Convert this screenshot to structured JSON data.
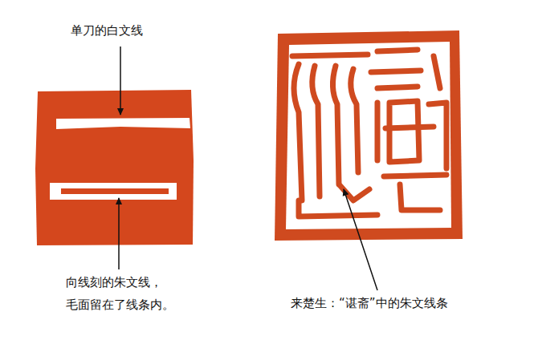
{
  "diagram": {
    "labels": [
      "单刀的白文线",
      "向线刻的朱文线， 毛面留在了线条内。",
      "来楚生：“谌斋”中的朱文线条"
    ]
  }
}
